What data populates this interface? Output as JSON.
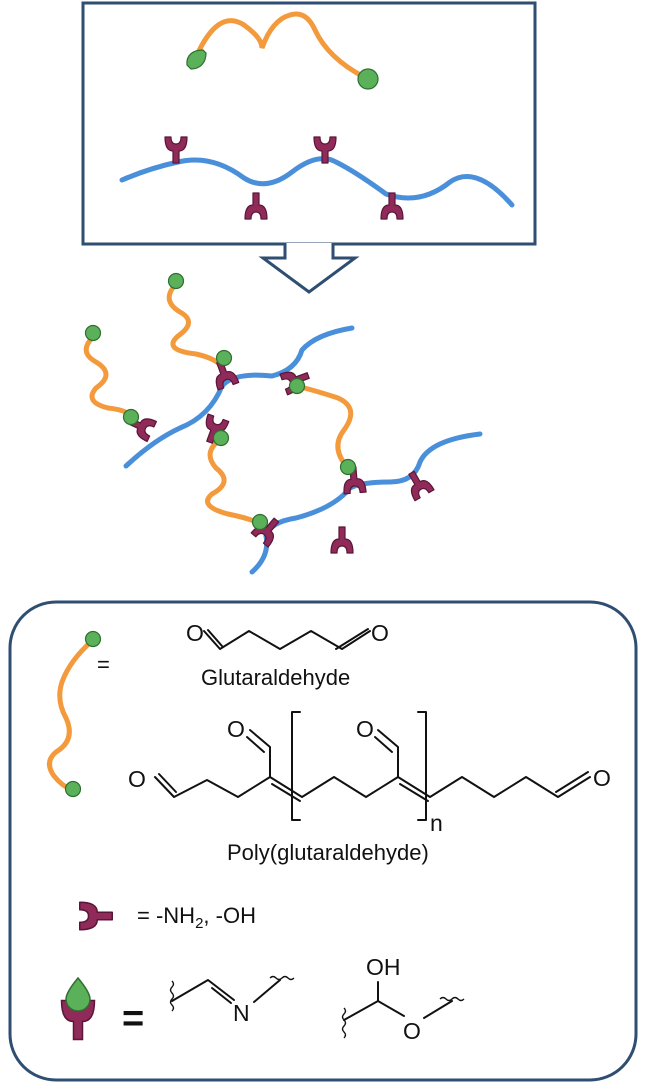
{
  "colors": {
    "frame": "#2e4e72",
    "crosslinker": "#f39a3c",
    "polymer": "#4a8fd9",
    "aldehyde_end": "#5bb05a",
    "functional_group": "#8f2a59"
  },
  "icons": [
    "aldehyde-end-icon",
    "functional-group-icon",
    "bonded-group-icon"
  ],
  "legend": {
    "equals": "=",
    "glutaraldehyde": {
      "label": "Glutaraldehyde",
      "o_left": "O",
      "o_right": "O"
    },
    "polyglutaraldehyde": {
      "label": "Poly(glutaraldehyde)",
      "o_left": "O",
      "o_top1": "O",
      "o_top2": "O",
      "o_right": "O",
      "n": "n"
    },
    "groups": {
      "prefix": "= -NH",
      "sub": "2",
      "suffix": ", -OH"
    },
    "bonds": {
      "equals": "=",
      "imine_n": "N",
      "oh": "OH",
      "o": "O"
    }
  }
}
